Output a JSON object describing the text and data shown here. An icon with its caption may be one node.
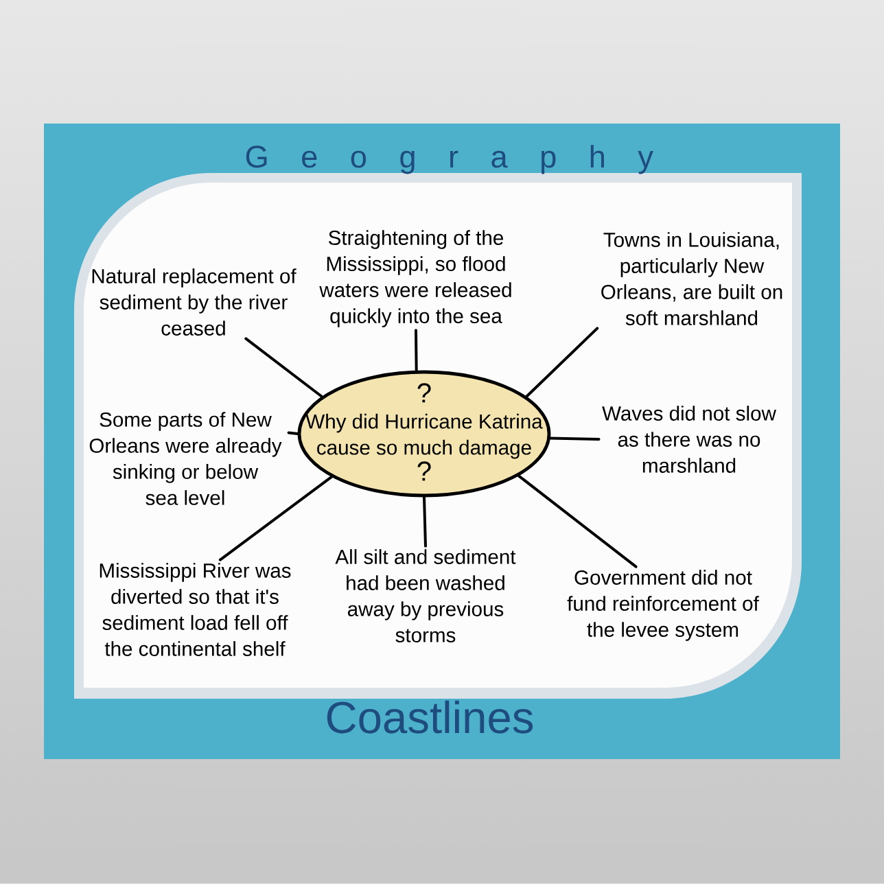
{
  "diagram": {
    "title": "G e o g r a p h y",
    "caption": "Coastlines",
    "nodes": [
      {
        "text": [
          "Natural replacement of sediment by the river ceased"
        ]
      },
      {
        "text": [
          "Straightening of the Mississippi, so flood waters were released quickly into the sea"
        ]
      },
      {
        "text": [
          "Towns in Louisiana, particularly New Orleans, are built on soft marshland"
        ]
      },
      {
        "text": [
          "Some parts of New Orleans were already sinking or below sea level"
        ]
      },
      {
        "text": [
          "?",
          "Why did Hurricane Katrina cause so much damage",
          "?"
        ]
      },
      {
        "text": [
          "Waves did not slow as there was no marshland"
        ]
      },
      {
        "text": [
          "Mississippi River was diverted so that it's sediment load fell off the continental shelf"
        ]
      },
      {
        "text": [
          "All silt and sediment had been washed away by previous storms"
        ]
      },
      {
        "text": [
          "Government did not fund reinforcement of the levee system"
        ]
      }
    ],
    "edges": [
      {
        "from": 4,
        "to": 0,
        "arrow": "none"
      },
      {
        "from": 4,
        "to": 1,
        "arrow": "none"
      },
      {
        "from": 4,
        "to": 2,
        "arrow": "none"
      },
      {
        "from": 4,
        "to": 3,
        "arrow": "none"
      },
      {
        "from": 4,
        "to": 5,
        "arrow": "none"
      },
      {
        "from": 4,
        "to": 6,
        "arrow": "none"
      },
      {
        "from": 4,
        "to": 7,
        "arrow": "none"
      },
      {
        "from": 4,
        "to": 8,
        "arrow": "none"
      }
    ]
  }
}
